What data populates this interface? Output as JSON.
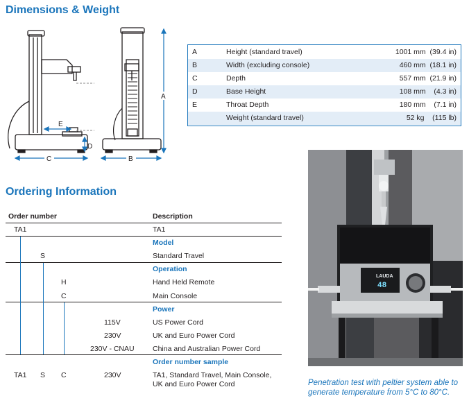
{
  "dimensions": {
    "title": "Dimensions & Weight",
    "labels": {
      "a": "A",
      "b": "B",
      "c": "C",
      "d": "D",
      "e": "E"
    },
    "rows": [
      {
        "code": "A",
        "name": "Height (standard travel)",
        "value": "1001 mm  (39.4 in)"
      },
      {
        "code": "B",
        "name": "Width (excluding console)",
        "value": "460 mm  (18.1 in)"
      },
      {
        "code": "C",
        "name": "Depth",
        "value": "557 mm  (21.9 in)"
      },
      {
        "code": "D",
        "name": "Base Height",
        "value": "108 mm    (4.3 in)"
      },
      {
        "code": "E",
        "name": "Throat Depth",
        "value": "180 mm    (7.1 in)"
      },
      {
        "code": "",
        "name": "Weight (standard travel)",
        "value": "52 kg    (115 lb)"
      }
    ]
  },
  "ordering": {
    "title": "Ordering Information",
    "col_order": "Order number",
    "col_desc": "Description",
    "rows": {
      "ta1_code": "TA1",
      "ta1_desc": "TA1",
      "model_header": "Model",
      "s_code": "S",
      "s_desc": "Standard Travel",
      "operation_header": "Operation",
      "h_code": "H",
      "h_desc": "Hand Held Remote",
      "c_code": "C",
      "c_desc": "Main Console",
      "power_header": "Power",
      "p1_code": "115V",
      "p1_desc": "US Power Cord",
      "p2_code": "230V",
      "p2_desc": "UK and Euro Power Cord",
      "p3_code": "230V - CNAU",
      "p3_desc": "China and Australian Power Cord",
      "sample_header": "Order number sample",
      "sample_ta1": "TA1",
      "sample_s": "S",
      "sample_c": "C",
      "sample_v": "230V",
      "sample_desc_1": "TA1, Standard Travel, Main Console,",
      "sample_desc_2": "UK and Euro Power Cord"
    }
  },
  "photo": {
    "brand": "LAUDA",
    "display": "48"
  },
  "caption": "Penetration test with peltier system able to generate temperature from 5°C to 80°C."
}
